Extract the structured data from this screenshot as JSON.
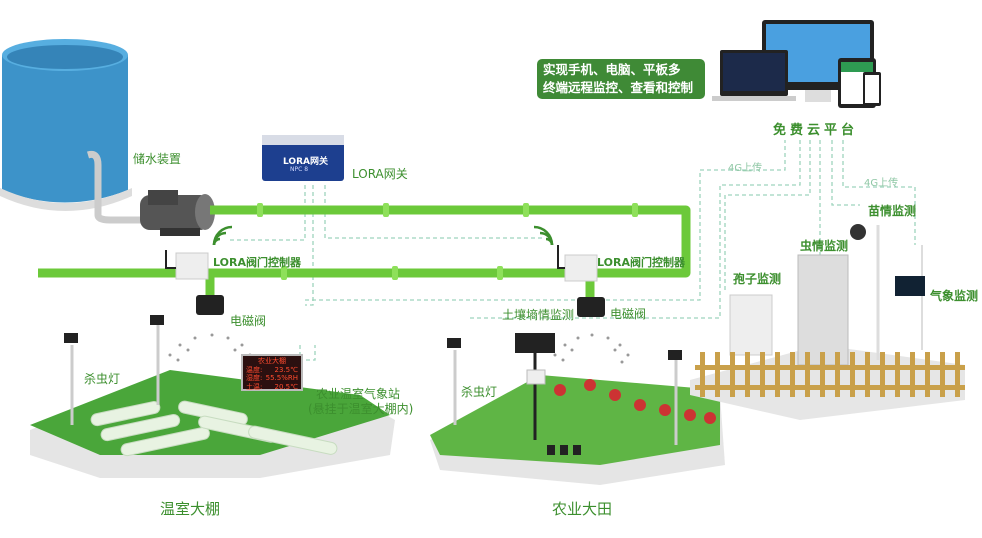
{
  "diagram": {
    "title_banner": [
      "实现手机、电脑、平板多",
      "终端远程监控、查看和控制"
    ],
    "cloud_platform": "免费云平台",
    "uplink_labels": [
      "4G上传",
      "4G上传"
    ],
    "water_storage": "储水装置",
    "gateway": {
      "label": "LORA网关",
      "device_text": "LORA网关",
      "device_sub": "NPC 8"
    },
    "valve_controllers": [
      "LORA阀门控制器",
      "LORA阀门控制器"
    ],
    "solenoid_valves": [
      "电磁阀",
      "电磁阀"
    ],
    "insect_lamps": [
      "杀虫灯",
      "杀虫灯"
    ],
    "greenhouse_station": [
      "农业温室气象站",
      "(悬挂于温室大棚内)"
    ],
    "led_display": {
      "title": "农业大棚",
      "rows": [
        {
          "name": "温度:",
          "value": "23.5℃"
        },
        {
          "name": "湿度:",
          "value": "55.5%RH"
        },
        {
          "name": "土温:",
          "value": "20.5℃"
        }
      ]
    },
    "soil_moisture": "土壤墒情监测",
    "monitors": {
      "spore": "孢子监测",
      "insect": "虫情监测",
      "seedling": "苗情监测",
      "weather": "气象监测"
    },
    "scenes": [
      "温室大棚",
      "农业大田"
    ],
    "colors": {
      "pipe": "#6cc93a",
      "label_green": "#3c8f2e",
      "banner": "#3f8a36",
      "dash": "#9ed4bd",
      "tank": "#3d93c9",
      "platform": "#4aa63a"
    }
  }
}
